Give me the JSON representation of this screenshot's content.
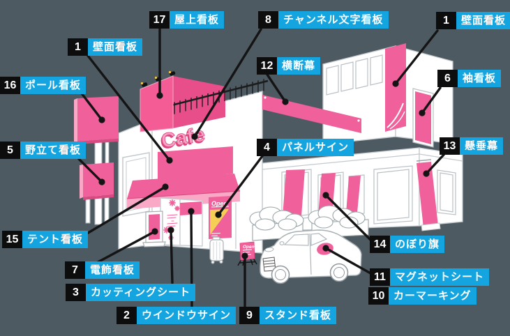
{
  "colors": {
    "background": "#4d5a62",
    "label_blue": "#14a5e0",
    "label_black": "#0d0d0d",
    "sign_pink": "#f0609a",
    "sign_pink_light": "#f9a9c7",
    "sign_pink_dark": "#e0447e",
    "accent_yellow": "#f5c93f",
    "building_white": "#ffffff"
  },
  "illustration": {
    "cafe_sign_text": "Cafe",
    "open_poster_text": "Open",
    "stand_sign_text": "Open"
  },
  "labels": [
    {
      "number": "17",
      "text": "屋上看板"
    },
    {
      "number": "8",
      "text": "チャンネル文字看板"
    },
    {
      "number": "1",
      "text": "壁面看板"
    },
    {
      "number": "1",
      "text": "壁面看板"
    },
    {
      "number": "12",
      "text": "横断幕"
    },
    {
      "number": "6",
      "text": "袖看板"
    },
    {
      "number": "16",
      "text": "ポール看板"
    },
    {
      "number": "5",
      "text": "野立て看板"
    },
    {
      "number": "13",
      "text": "懸垂幕"
    },
    {
      "number": "4",
      "text": "パネルサイン"
    },
    {
      "number": "15",
      "text": "テント看板"
    },
    {
      "number": "14",
      "text": "のぼり旗"
    },
    {
      "number": "7",
      "text": "電飾看板"
    },
    {
      "number": "11",
      "text": "マグネットシート"
    },
    {
      "number": "3",
      "text": "カッティングシート"
    },
    {
      "number": "10",
      "text": "カーマーキング"
    },
    {
      "number": "2",
      "text": "ウインドウサイン"
    },
    {
      "number": "9",
      "text": "スタンド看板"
    }
  ]
}
